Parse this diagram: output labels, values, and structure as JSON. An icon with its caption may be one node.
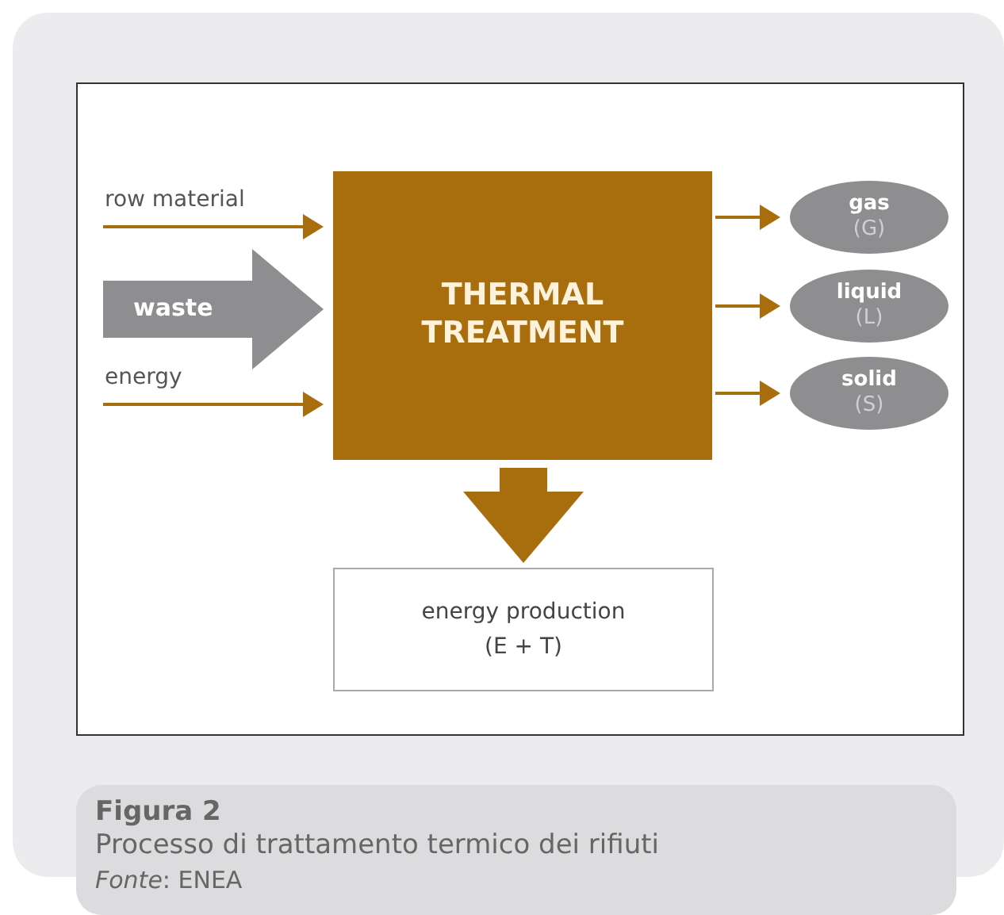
{
  "diagram": {
    "title": "Figura 2",
    "caption": "Processo di trattamento termico dei rifiuti",
    "nodes": [
      {
        "text": [
          "THERMAL TREATMENT"
        ]
      },
      {
        "text": [
          "gas",
          "(G)"
        ]
      },
      {
        "text": [
          "liquid",
          "(L)"
        ]
      },
      {
        "text": [
          "solid",
          "(S)"
        ]
      },
      {
        "text": [
          "energy production",
          "(E + T)"
        ]
      }
    ],
    "edges": [
      {
        "from": null,
        "to": 0,
        "arrow": "to",
        "label": "row material"
      },
      {
        "from": null,
        "to": 0,
        "arrow": "to",
        "label": "waste",
        "style": "thick",
        "color": "#8e8e90"
      },
      {
        "from": null,
        "to": 0,
        "arrow": "to",
        "label": "energy"
      },
      {
        "from": 0,
        "to": 1,
        "arrow": "to"
      },
      {
        "from": 0,
        "to": 2,
        "arrow": "to"
      },
      {
        "from": 0,
        "to": 3,
        "arrow": "to"
      },
      {
        "from": 0,
        "to": 4,
        "arrow": "to",
        "style": "thick"
      }
    ],
    "labels": [
      "*Fonte*: ENEA"
    ]
  }
}
